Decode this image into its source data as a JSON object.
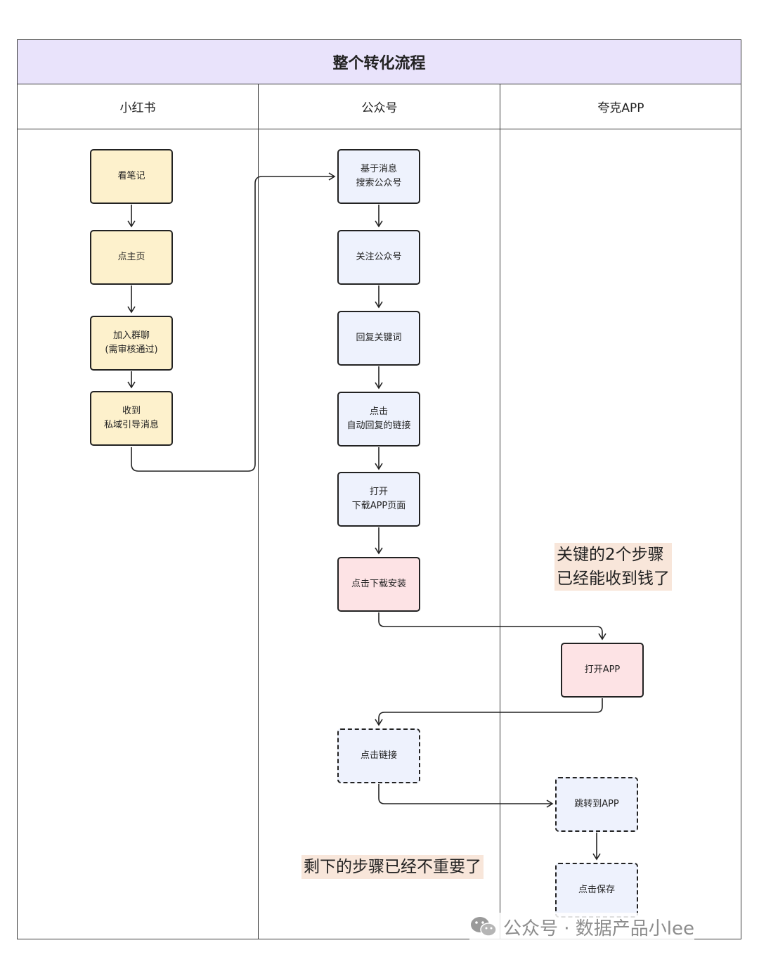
{
  "title": "整个转化流程",
  "lanes": [
    "小红书",
    "公众号",
    "夸克APP"
  ],
  "nodes": {
    "n1": "看笔记",
    "n2": "点主页",
    "n3": "加入群聊\n(需审核通过)",
    "n4": "收到\n私域引导消息",
    "n5": "基于消息\n搜索公众号",
    "n6": "关注公众号",
    "n7": "回复关键词",
    "n8": "点击\n自动回复的链接",
    "n9": "打开\n下载APP页面",
    "n10": "点击下载安装",
    "n11": "打开APP",
    "n12": "点击链接",
    "n13": "跳转到APP",
    "n14": "点击保存"
  },
  "notes": {
    "key_steps": "关键的2个步骤\n已经能收到钱了",
    "rest": "剩下的步骤已经不重要了"
  },
  "watermark": "公众号 · 数据产品小lee",
  "colors": {
    "title_bg": "#e9e3fb",
    "yellow": "#fdf1cc",
    "blue": "#eef2fd",
    "pink": "#fde3e5",
    "note_bg": "#f8e6da"
  }
}
